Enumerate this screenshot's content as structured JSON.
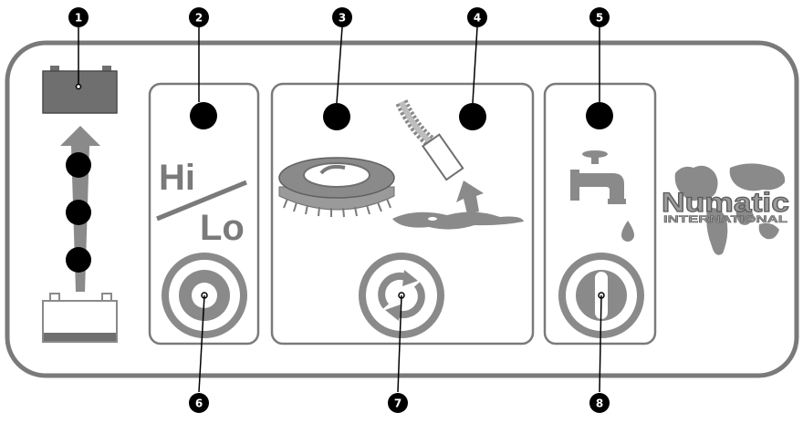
{
  "callouts": {
    "c1": "1",
    "c2": "2",
    "c3": "3",
    "c4": "4",
    "c5": "5",
    "c6": "6",
    "c7": "7",
    "c8": "8"
  },
  "speed_panel": {
    "hi_label": "Hi",
    "lo_label": "Lo"
  },
  "brand": {
    "name": "Numatic",
    "subtitle": "INTERNATIONAL"
  },
  "icons": {
    "battery_full": "battery-full-icon",
    "battery_empty": "battery-empty-icon",
    "charge_arrow": "up-arrow-icon",
    "speed_button": "power-button-icon",
    "brush": "brush-icon",
    "vacuum_hose": "vacuum-hose-icon",
    "cycle_button": "cycle-arrows-icon",
    "water_tap": "water-tap-icon",
    "water_button": "water-button-icon"
  },
  "colors": {
    "outline": "#7a7a7a",
    "indicator": "#000000",
    "callout_fill": "#000000",
    "battery_full": "#6f6f6f",
    "icon_gray": "#8a8a8a"
  }
}
